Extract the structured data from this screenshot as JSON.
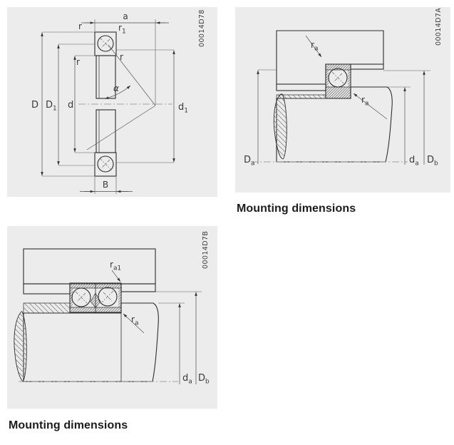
{
  "colors": {
    "page_bg": "#ffffff",
    "panel_bg": "#ececec",
    "line": "#2d2d2d",
    "hatch": "#8d8d8d",
    "caption": "#1c1c1c"
  },
  "panels": {
    "section": {
      "code": "00014D78",
      "labels": {
        "a": "a",
        "r_top": "r",
        "r1": {
          "main": "r",
          "sub": "1"
        },
        "r_mid": "r",
        "r_right": "r",
        "alpha": "α",
        "D": "D",
        "D1": {
          "main": "D",
          "sub": "1"
        },
        "d": "d",
        "d1": {
          "main": "d",
          "sub": "1"
        },
        "B": "B"
      }
    },
    "mount_single": {
      "code": "00014D7A",
      "caption": "Mounting dimensions",
      "labels": {
        "ra_top": {
          "main": "r",
          "sub": "a"
        },
        "ra_bottom": {
          "main": "r",
          "sub": "a"
        },
        "Da": {
          "main": "D",
          "sub": "a"
        },
        "da": {
          "main": "d",
          "sub": "a"
        },
        "Db": {
          "main": "D",
          "sub": "b"
        }
      }
    },
    "mount_double": {
      "code": "00014D7B",
      "caption": "Mounting dimensions",
      "labels": {
        "ra1": {
          "main": "r",
          "sub": "a1"
        },
        "ra": {
          "main": "r",
          "sub": "a"
        },
        "da": {
          "main": "d",
          "sub": "a"
        },
        "Db": {
          "main": "D",
          "sub": "b"
        }
      }
    }
  }
}
